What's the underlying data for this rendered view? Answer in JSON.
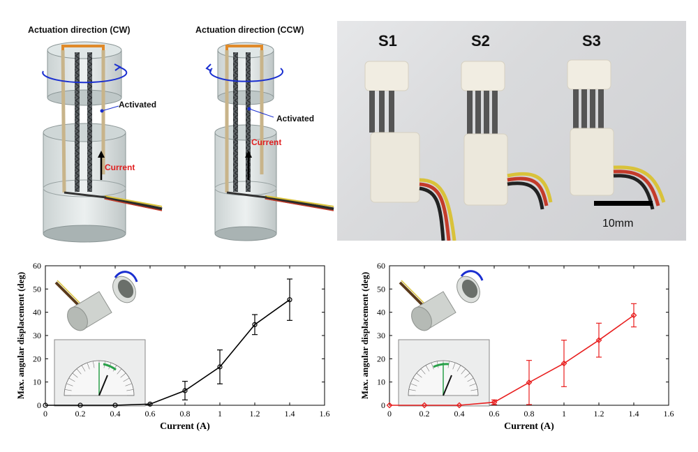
{
  "schematics": {
    "left": {
      "title": "Actuation direction (CW)",
      "activated": "Activated",
      "current": "Current"
    },
    "right": {
      "title": "Actuation direction (CCW)",
      "activated": "Activated",
      "current": "Current"
    }
  },
  "photo": {
    "samples": [
      "S1",
      "S2",
      "S3"
    ],
    "scale_bar": "10mm"
  },
  "colors": {
    "accent_red": "#e02020",
    "arrow_blue": "#1a2fd0",
    "wire_orange": "#e08a2a"
  },
  "chart_data": [
    {
      "type": "line",
      "xlabel": "Current (A)",
      "ylabel": "Max. angular displacement (deg)",
      "xlim": [
        0,
        1.6
      ],
      "ylim": [
        0,
        60
      ],
      "xticks": [
        "0",
        "0.2",
        "0.4",
        "0.6",
        "0.8",
        "1",
        "1.2",
        "1.4",
        "1.6"
      ],
      "yticks": [
        "0",
        "10",
        "20",
        "30",
        "40",
        "50",
        "60"
      ],
      "grid": false,
      "series": [
        {
          "color": "#000000",
          "marker": "circle",
          "x": [
            0,
            0.2,
            0.4,
            0.6,
            0.8,
            1.0,
            1.2,
            1.4
          ],
          "y": [
            0,
            0,
            0,
            0.5,
            6.3,
            16.5,
            34.7,
            45.4
          ],
          "err": [
            0,
            0,
            0,
            0,
            4.0,
            7.3,
            4.3,
            8.9
          ]
        }
      ],
      "inset_icons": [
        "actuator-cw-icon",
        "protractor-photo-icon"
      ]
    },
    {
      "type": "line",
      "xlabel": "Current (A)",
      "ylabel": "Max. angular displacement (deg)",
      "xlim": [
        0,
        1.6
      ],
      "ylim": [
        0,
        60
      ],
      "xticks": [
        "0",
        "0.2",
        "0.4",
        "0.6",
        "0.8",
        "1",
        "1.2",
        "1.4",
        "1.6"
      ],
      "yticks": [
        "0",
        "10",
        "20",
        "30",
        "40",
        "50",
        "60"
      ],
      "grid": false,
      "series": [
        {
          "color": "#e81e1e",
          "marker": "diamond",
          "x": [
            0,
            0.2,
            0.4,
            0.6,
            0.8,
            1.0,
            1.2,
            1.4
          ],
          "y": [
            0,
            0,
            0,
            1.3,
            9.8,
            18.0,
            28.0,
            38.7
          ],
          "err": [
            0,
            0,
            0,
            1.0,
            9.5,
            10.0,
            7.3,
            5.0
          ]
        }
      ],
      "inset_icons": [
        "actuator-ccw-icon",
        "protractor-photo-icon"
      ]
    }
  ]
}
